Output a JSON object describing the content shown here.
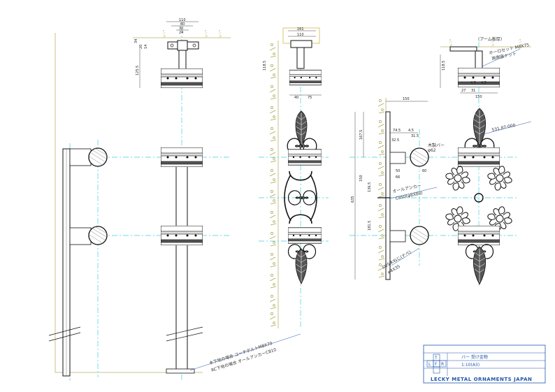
{
  "drawing": {
    "notes": {
      "left_base_1": "木下地の場合 コーチボルトM8X70",
      "left_base_2": "RC下地の場合 オールアンカーC810",
      "arm_bracket": "(アーム板厚)",
      "hex_nut": "ホーロセット M8X75",
      "hex_nut_2": "両側座ナット",
      "wood_bar": "木製バー",
      "wood_bar_dia": "φ62",
      "all_anchor": "オールアンカー",
      "all_anchor_2": "C850(φ8X80)",
      "screw": "SUS木ねじ(ナベ)",
      "screw_2": "φ4X35",
      "leaf_code": "531.87-000"
    },
    "dims": {
      "top_110": "110",
      "top_80": "80",
      "top_30": "30",
      "top_24": "24",
      "side_34": "34",
      "side_20": "20",
      "side_14": "14",
      "side_125": "125.5",
      "mid_161": "161",
      "mid_110": "110",
      "mid_118": "118.5",
      "mid_40": "40",
      "mid_75": "75",
      "r_150": "150",
      "r_74": "74.5",
      "r_45": "4.5",
      "r_31": "31.5",
      "r_325": "32.5",
      "r_50": "50",
      "r_60": "60",
      "r_66": "66",
      "r_635": "635",
      "r_167": "167.5",
      "r_1365": "136.5",
      "r_150b": "150",
      "r_1815": "181.5",
      "fr_118": "118.5",
      "fr_45a": "4.5",
      "fr_45b": "4.5",
      "fr_27": "27",
      "fr_31": "31",
      "fr_150": "150"
    },
    "title_block": {
      "drawing_name": "バー 受け金物",
      "scale": "1:10(A3)",
      "company": "LECKY METAL ORNAMENTS JAPAN",
      "view_t": "T",
      "view_l": "L",
      "view_f": "F",
      "view_r": "R"
    }
  }
}
